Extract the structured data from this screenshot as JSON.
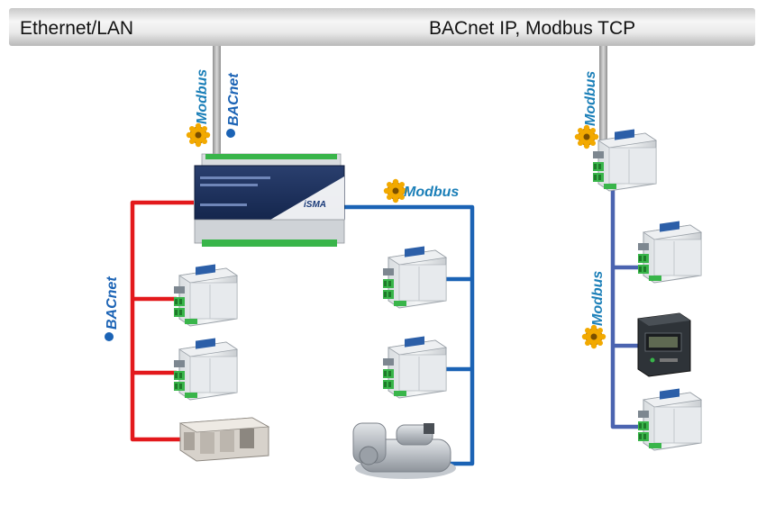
{
  "bus": {
    "left_label": "Ethernet/LAN",
    "right_label": "BACnet IP, Modbus TCP"
  },
  "logos": {
    "modbus": "Modbus",
    "bacnet": "BACnet"
  },
  "controller": {
    "brand": "iSMA"
  },
  "colors": {
    "bacnet_line": "#e3191c",
    "modbus_line": "#1b63b5",
    "riser": "#a7a7a7"
  },
  "icons": [
    "modbus-logo-icon",
    "bacnet-logo-icon",
    "controller-icon",
    "io-module-icon",
    "ahu-unit-icon",
    "chiller-icon",
    "energy-meter-icon"
  ]
}
